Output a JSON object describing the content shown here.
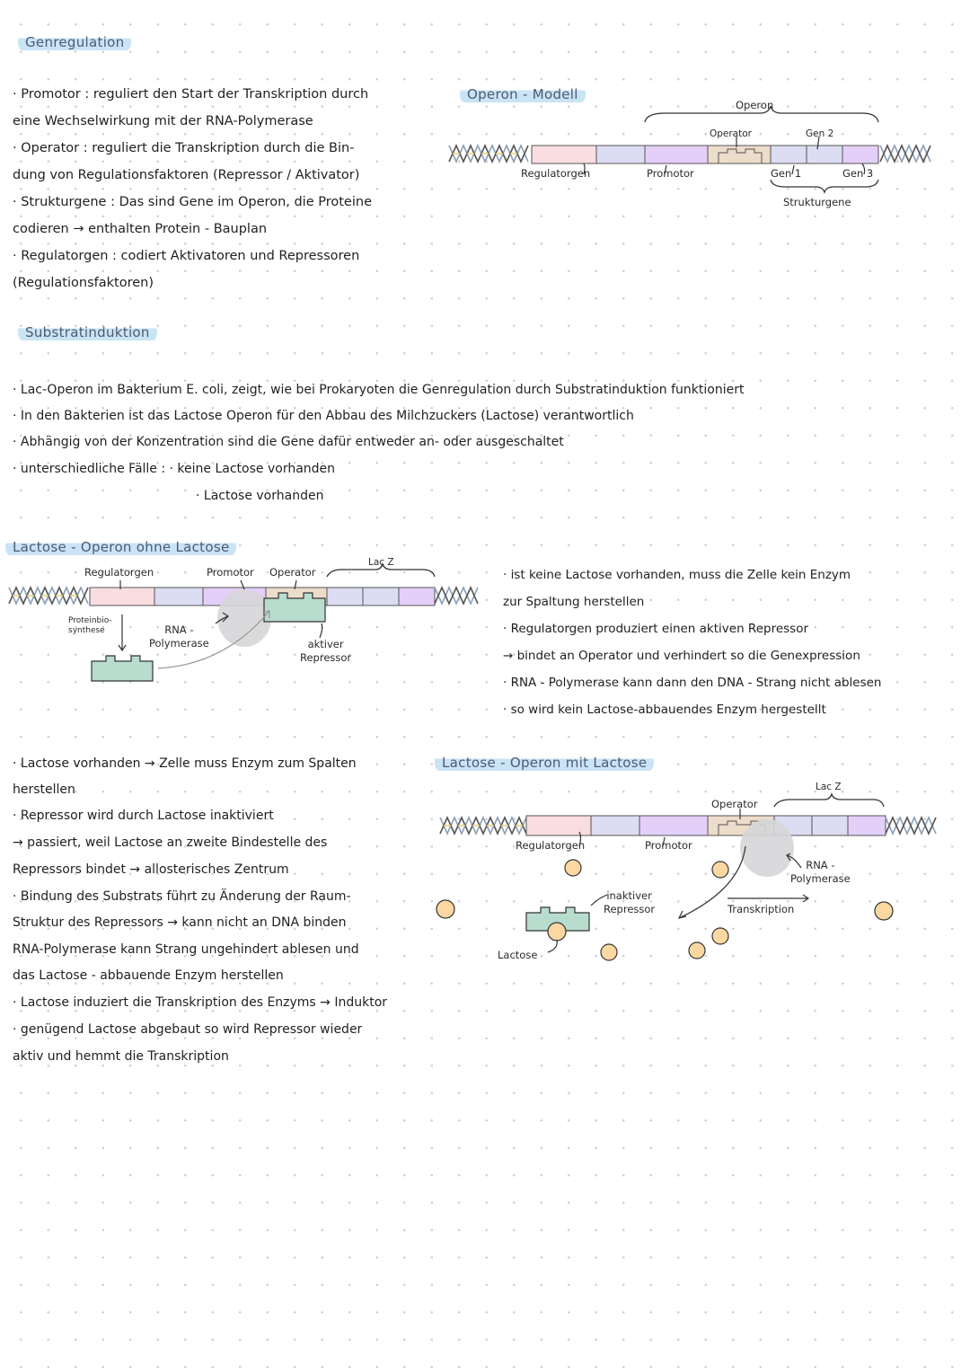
{
  "section1": {
    "title": "Genregulation",
    "lines": [
      "· Promotor : reguliert den Start der Transkription durch",
      "  eine Wechselwirkung mit der RNA-Polymerase",
      "· Operator : reguliert die Transkription durch die Bin-",
      "  dung von Regulationsfaktoren (Repressor / Aktivator)",
      "· Strukturgene : Das sind Gene im Operon, die Proteine",
      "  codieren → enthalten Protein - Bauplan",
      "· Regulatorgen : codiert Aktivatoren und Repressoren",
      "  (Regulationsfaktoren)"
    ]
  },
  "operon_model": {
    "title": "Operon - Modell",
    "labels": {
      "operon": "Operon",
      "operator": "Operator",
      "gen2": "Gen 2",
      "regulatorgen": "Regulatorgen",
      "promotor": "Promotor",
      "gen1": "Gen 1",
      "gen3": "Gen 3",
      "strukturgene": "Strukturgene"
    }
  },
  "section2": {
    "title": "Substratinduktion",
    "lines": [
      "· Lac-Operon im Bakterium E. coli, zeigt, wie bei Prokaryoten die Genregulation durch Substratinduktion funktioniert",
      "· In den Bakterien ist das Lactose Operon für den Abbau des Milchzuckers (Lactose) verantwortlich",
      "· Abhängig von der Konzentration sind die Gene dafür entweder an- oder ausgeschaltet",
      "· unterschiedliche Fälle :  · keine Lactose vorhanden",
      "· Lactose vorhanden"
    ]
  },
  "section3": {
    "title": "Lactose - Operon ohne Lactose",
    "labels": {
      "regulatorgen": "Regulatorgen",
      "promotor": "Promotor",
      "operator": "Operator",
      "lacz": "Lac Z",
      "proteinbio": "Proteinbio-",
      "synthese": "synthese",
      "rna": "RNA -",
      "polymerase": "Polymerase",
      "aktiver": "aktiver",
      "repressor": "Repressor"
    },
    "notes": [
      "· ist keine Lactose vorhanden, muss die Zelle kein Enzym",
      "  zur Spaltung herstellen",
      "· Regulatorgen produziert einen aktiven Repressor",
      "→ bindet an Operator und verhindert so die Genexpression",
      "· RNA - Polymerase kann dann den DNA - Strang nicht ablesen",
      "· so wird kein Lactose-abbauendes Enzym hergestellt"
    ]
  },
  "section4": {
    "title": "Lactose - Operon mit Lactose",
    "lines": [
      "· Lactose vorhanden → Zelle muss Enzym zum Spalten",
      "  herstellen",
      "· Repressor wird durch Lactose inaktiviert",
      "  → passiert, weil Lactose an zweite Bindestelle des",
      "     Repressors bindet → allosterisches Zentrum",
      "· Bindung des Substrats führt zu Änderung der Raum-",
      "  Struktur des Repressors → kann nicht an DNA binden",
      "  RNA-Polymerase kann Strang ungehindert ablesen und",
      "  das Lactose - abbauende Enzym herstellen",
      "· Lactose induziert die Transkription des Enzyms → Induktor",
      "· genügend Lactose abgebaut so wird Repressor wieder",
      "  aktiv und hemmt die Transkription"
    ],
    "labels": {
      "operator": "Operator",
      "lacz": "Lac Z",
      "regulatorgen": "Regulatorgen",
      "promotor": "Promotor",
      "rna": "RNA -",
      "polymerase": "Polymerase",
      "inaktiver": "inaktiver",
      "repressor": "Repressor",
      "transkription": "Transkription",
      "lactose": "Lactose"
    }
  },
  "colors": {
    "pink": "#f9dde1",
    "lavender": "#dcdcf3",
    "purple": "#e3cff8",
    "tan": "#ecdcca",
    "green": "#b8ddcf",
    "lactose": "#fbd8a2",
    "highlight": "#c9e4f5",
    "grey": "#d6d6d8"
  }
}
